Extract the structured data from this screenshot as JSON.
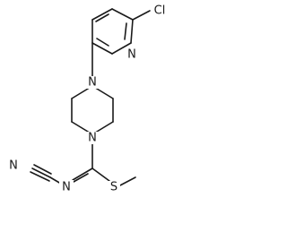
{
  "molecule": {
    "atoms": {
      "chlorine": "Cl",
      "pyridine_nitrogen": "N",
      "piperazine_nitrogen_top": "N",
      "piperazine_nitrogen_bottom": "N",
      "cyano_nitrogen": "N",
      "imine_nitrogen": "N",
      "sulfur": "S"
    }
  }
}
